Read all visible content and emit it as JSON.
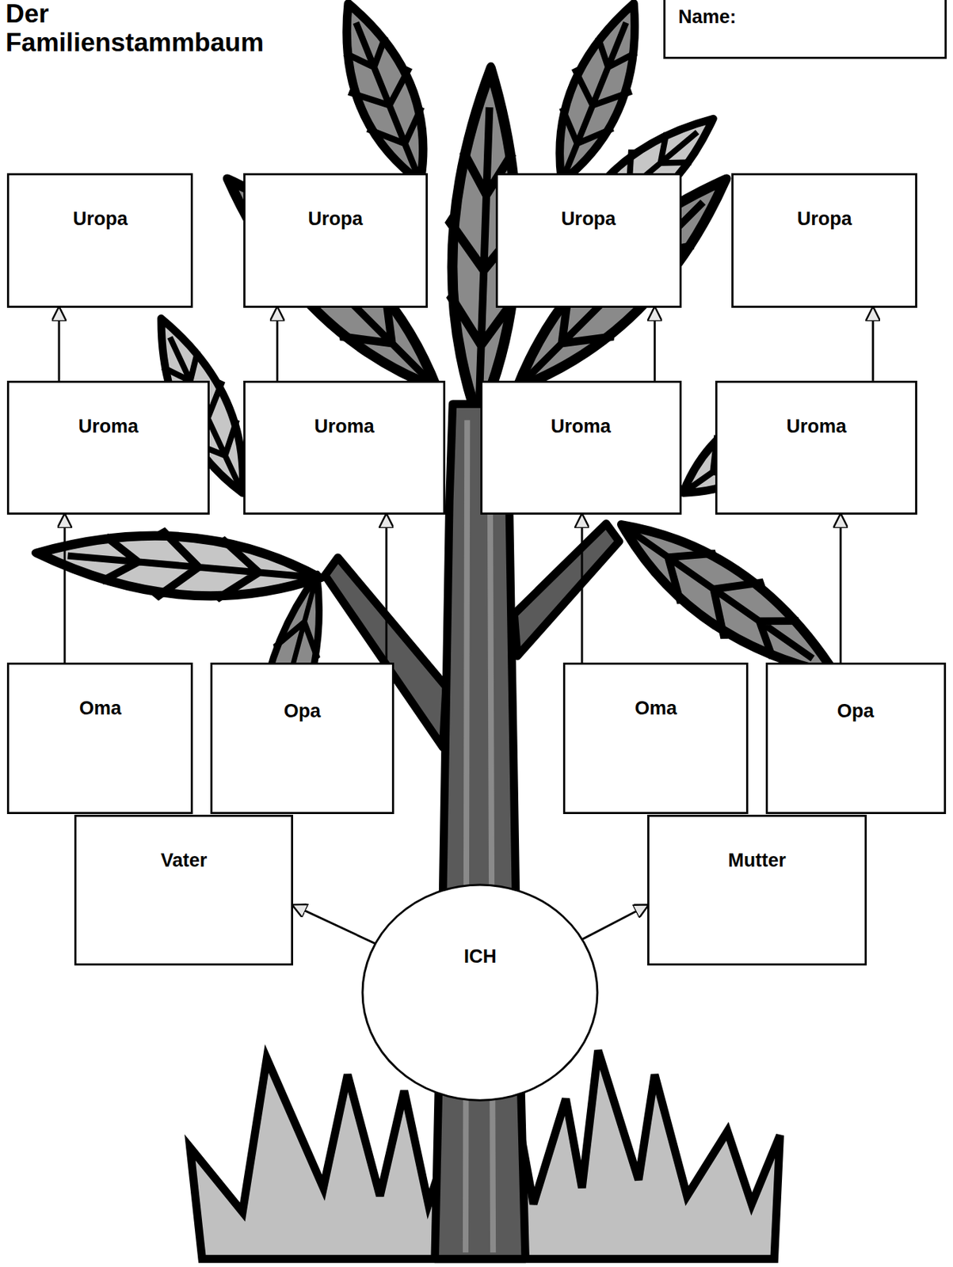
{
  "diagram": {
    "title": "Der Familienstammbaum",
    "nodes": [
      {
        "text": [
          "Name:"
        ]
      },
      {
        "text": [
          "Uropa"
        ]
      },
      {
        "text": [
          "Uropa"
        ]
      },
      {
        "text": [
          "Uropa"
        ]
      },
      {
        "text": [
          "Uropa"
        ]
      },
      {
        "text": [
          "Uroma"
        ]
      },
      {
        "text": [
          "Uroma"
        ]
      },
      {
        "text": [
          "Uroma"
        ]
      },
      {
        "text": [
          "Uroma"
        ]
      },
      {
        "text": [
          "Oma"
        ]
      },
      {
        "text": [
          "Opa"
        ]
      },
      {
        "text": [
          "Oma"
        ]
      },
      {
        "text": [
          "Opa"
        ]
      },
      {
        "text": [
          "Vater"
        ]
      },
      {
        "text": [
          "Mutter"
        ]
      },
      {
        "text": [
          "ICH"
        ]
      }
    ],
    "edges": [
      {
        "from": 5,
        "to": 1,
        "arrow": "to"
      },
      {
        "from": 6,
        "to": 2,
        "arrow": "to"
      },
      {
        "from": 7,
        "to": 3,
        "arrow": "to"
      },
      {
        "from": 8,
        "to": 4,
        "arrow": "to"
      },
      {
        "from": 9,
        "to": 5,
        "arrow": "to"
      },
      {
        "from": 10,
        "to": 6,
        "arrow": "to"
      },
      {
        "from": 11,
        "to": 7,
        "arrow": "to"
      },
      {
        "from": 12,
        "to": 8,
        "arrow": "to"
      },
      {
        "from": 15,
        "to": 13,
        "arrow": "to"
      },
      {
        "from": 15,
        "to": 14,
        "arrow": "to"
      }
    ]
  }
}
